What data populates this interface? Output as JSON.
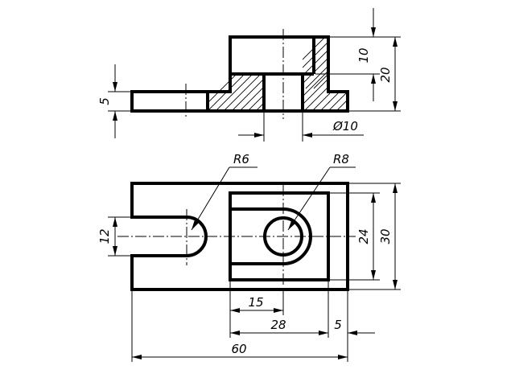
{
  "dimensions": {
    "front_height_5": "5",
    "front_height_10": "10",
    "front_height_20": "20",
    "front_hole_diameter": "Ø10",
    "plan_radius_slot": "R6",
    "plan_radius_boss": "R8",
    "plan_slot_width": "12",
    "plan_boss_width": "24",
    "plan_total_width": "30",
    "plan_len_15": "15",
    "plan_len_28": "28",
    "plan_len_5": "5",
    "plan_total_length": "60"
  }
}
